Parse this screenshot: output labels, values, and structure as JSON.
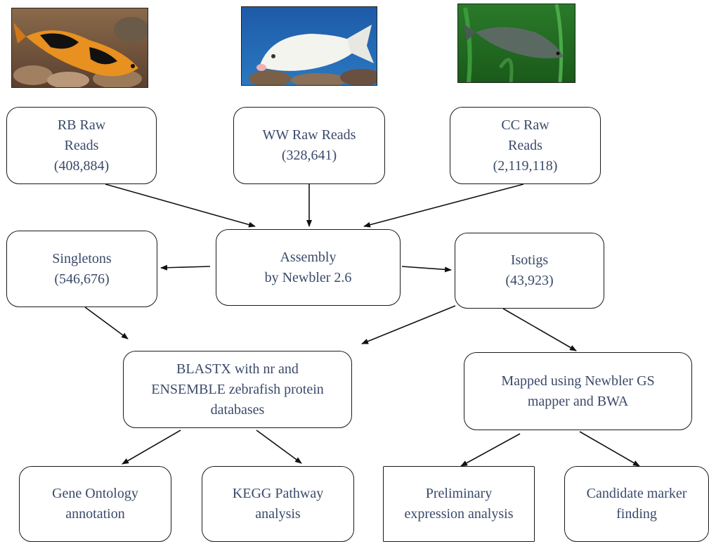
{
  "photos": {
    "rb": "red-black koi photo",
    "ww": "white koi photo",
    "cc": "common carp photo"
  },
  "nodes": {
    "rb_raw": "RB Raw\nReads\n(408,884)",
    "ww_raw": "WW Raw Reads\n(328,641)",
    "cc_raw": "CC Raw\nReads\n(2,119,118)",
    "singletons": "Singletons\n(546,676)",
    "assembly": "Assembly\nby Newbler 2.6",
    "isotigs": "Isotigs\n(43,923)",
    "blastx": "BLASTX with nr and\nENSEMBLE zebrafish protein\ndatabases",
    "mapped": "Mapped using  Newbler GS\nmapper and BWA",
    "gene_ontology": "Gene Ontology\nannotation",
    "kegg": "KEGG Pathway\nanalysis",
    "preliminary": "Preliminary\nexpression analysis",
    "candidate": "Candidate marker\nfinding"
  },
  "colors": {
    "text": "#3a4a6a",
    "border": "#1a1a1a"
  }
}
